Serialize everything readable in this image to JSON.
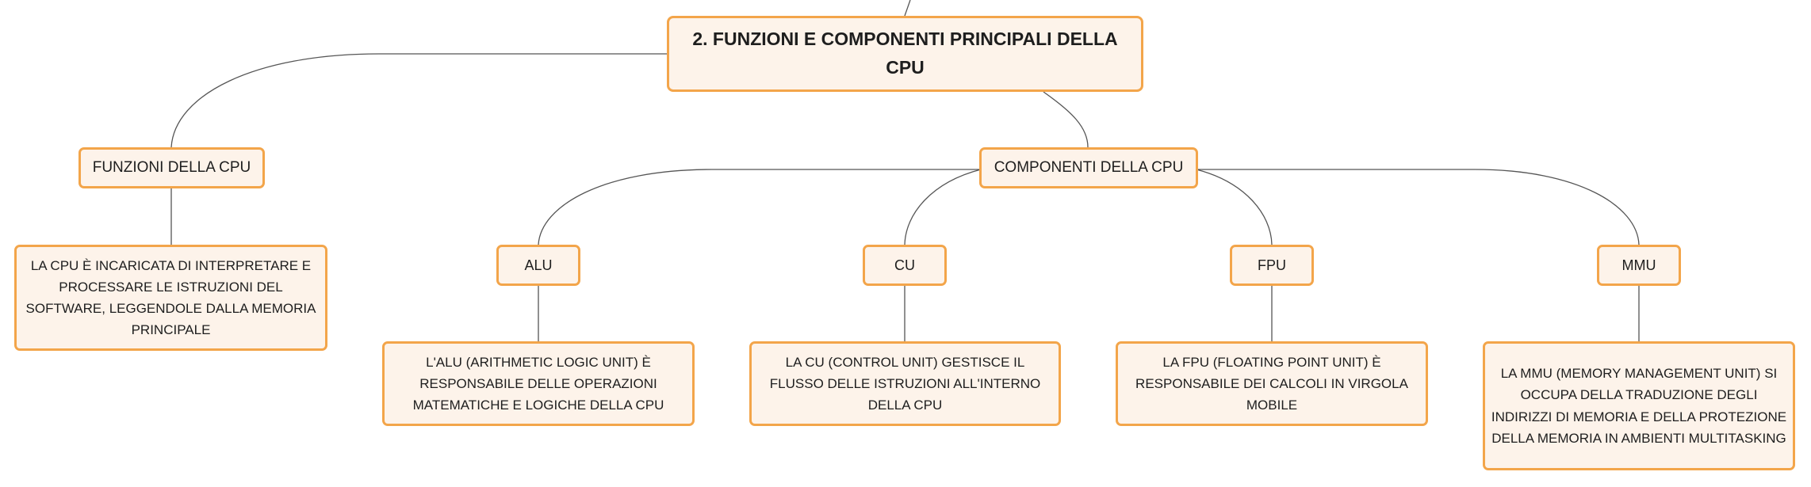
{
  "diagram": {
    "root": {
      "label": "2. FUNZIONI E COMPONENTI PRINCIPALI DELLA CPU"
    },
    "funzioni": {
      "label": "FUNZIONI DELLA CPU",
      "description": "LA CPU È INCARICATA DI INTERPRETARE E PROCESSARE LE ISTRUZIONI DEL SOFTWARE, LEGGENDOLE DALLA MEMORIA PRINCIPALE"
    },
    "componenti": {
      "label": "COMPONENTI DELLA CPU",
      "items": [
        {
          "label": "ALU",
          "description": "L'ALU (ARITHMETIC LOGIC UNIT) È RESPONSABILE DELLE OPERAZIONI MATEMATICHE E LOGICHE DELLA CPU"
        },
        {
          "label": "CU",
          "description": "LA CU (CONTROL UNIT) GESTISCE IL FLUSSO DELLE ISTRUZIONI ALL'INTERNO DELLA CPU"
        },
        {
          "label": "FPU",
          "description": "LA FPU (FLOATING POINT UNIT) È RESPONSABILE DEI CALCOLI IN VIRGOLA MOBILE"
        },
        {
          "label": "MMU",
          "description": "LA MMU (MEMORY MANAGEMENT UNIT) SI OCCUPA DELLA TRADUZIONE DEGLI INDIRIZZI DI MEMORIA E DELLA PROTEZIONE DELLA MEMORIA IN AMBIENTI MULTITASKING"
        }
      ]
    }
  },
  "colors": {
    "node_fill": "#fdf3ea",
    "node_border": "#f3a54a",
    "connector": "#555555",
    "text": "#1e1e1e"
  }
}
